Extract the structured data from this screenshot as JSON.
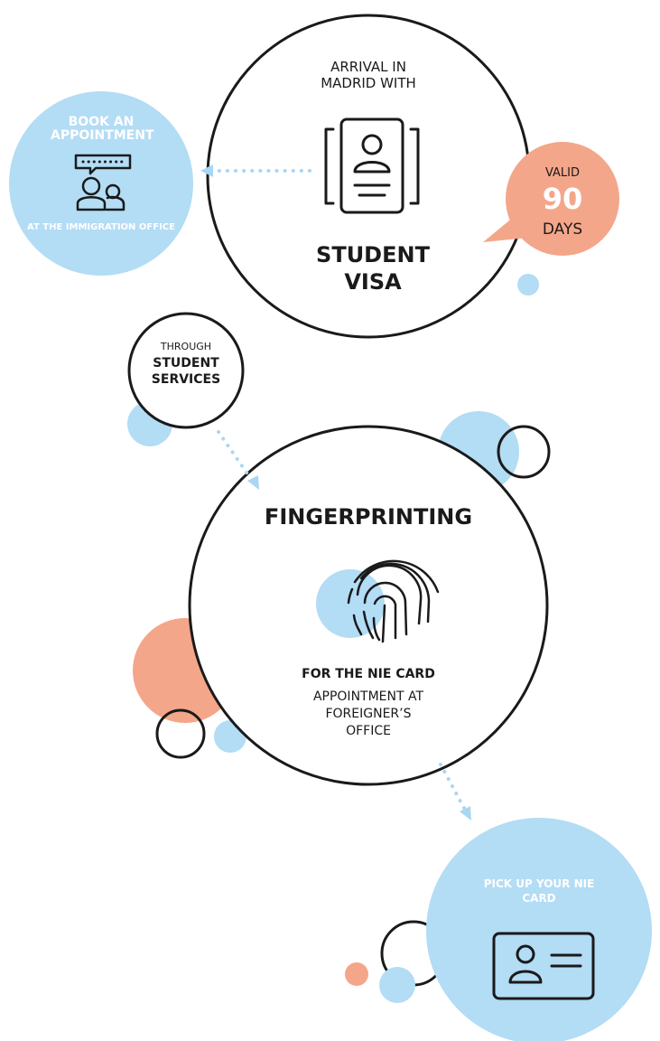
{
  "colors": {
    "blue": "#b3dcf5",
    "salmon": "#f4a68a",
    "ink": "#1a1a1a",
    "white": "#ffffff",
    "dots": "#a9d7f2"
  },
  "visa": {
    "intro": "ARRIVAL IN MADRID WITH",
    "line1": "STUDENT",
    "line2": "VISA",
    "icon": "passport-document-icon"
  },
  "appointment": {
    "title": "BOOK AN APPOINTMENT",
    "subtitle": "AT THE IMMIGRATION OFFICE",
    "icon": "people-chat-icon"
  },
  "validity": {
    "label": "VALID",
    "number": "90",
    "unit": "DAYS"
  },
  "services": {
    "through": "THROUGH",
    "bold": "STUDENT SERVICES"
  },
  "fingerprinting": {
    "title": "FINGERPRINTING",
    "bold": "FOR THE NIE CARD",
    "detail": "APPOINTMENT AT FOREIGNER’S OFFICE",
    "icon": "fingerprint-icon"
  },
  "pickup": {
    "title": "PICK UP YOUR NIE CARD",
    "icon": "id-card-icon"
  }
}
